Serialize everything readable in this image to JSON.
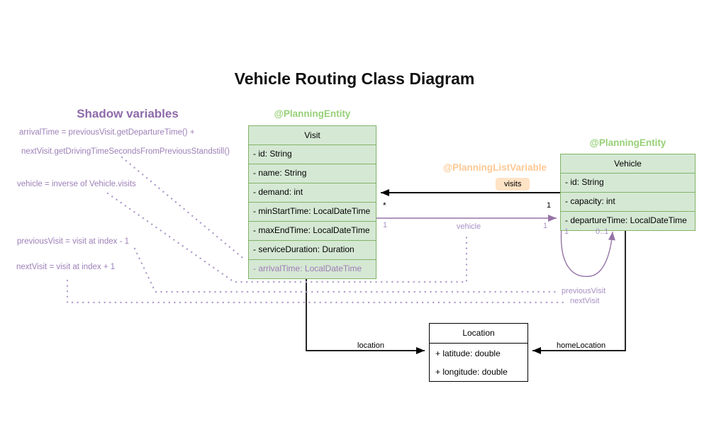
{
  "title": "Vehicle Routing Class Diagram",
  "shadow_panel": {
    "heading": "Shadow variables",
    "lines": [
      "arrivalTime = previousVisit.getDepartureTime() +",
      "nextVisit.getDrivingTimeSecondsFromPreviousStandstill()",
      "vehicle = inverse of Vehicle.visits",
      "previousVisit = visit at index - 1",
      "nextVisit = visit at index + 1"
    ]
  },
  "classes": {
    "visit": {
      "annotation": "@PlanningEntity",
      "name": "Visit",
      "attributes": [
        "- id: String",
        "- name: String",
        "- demand: int",
        "- minStartTime: LocalDateTime",
        "- maxEndTime: LocalDateTime",
        "- serviceDuration: Duration",
        "- arrivalTime: LocalDateTime"
      ]
    },
    "vehicle": {
      "annotation": "@PlanningEntity",
      "list_annotation": "@PlanningListVariable",
      "name": "Vehicle",
      "attributes": [
        "- id: String",
        "- capacity: int",
        "- departureTime: LocalDateTime"
      ]
    },
    "location": {
      "name": "Location",
      "attributes": [
        "+ latitude: double",
        "+ longitude: double"
      ]
    }
  },
  "associations": {
    "visits": {
      "label": "visits",
      "mult_at_visit": "*",
      "mult_at_vehicle": "1"
    },
    "vehicle": {
      "label": "vehicle",
      "mult_at_visit": "1",
      "mult_at_vehicle": "1"
    },
    "visit_chain": {
      "mult_left": "1",
      "mult_right": "0..1",
      "labels": [
        "previousVisit",
        "nextVisit"
      ]
    },
    "location": {
      "label": "location"
    },
    "home_location": {
      "label": "homeLocation"
    }
  },
  "colors": {
    "class_fill_green": "#d5e8d4",
    "class_border_green": "#82b366",
    "annotation_green": "#97d077",
    "annotation_peach": "#ffc894",
    "visits_chip_bg": "#ffe3c5",
    "purple_text": "#9d80b8",
    "purple_stroke": "#9673a6",
    "black": "#000000"
  }
}
